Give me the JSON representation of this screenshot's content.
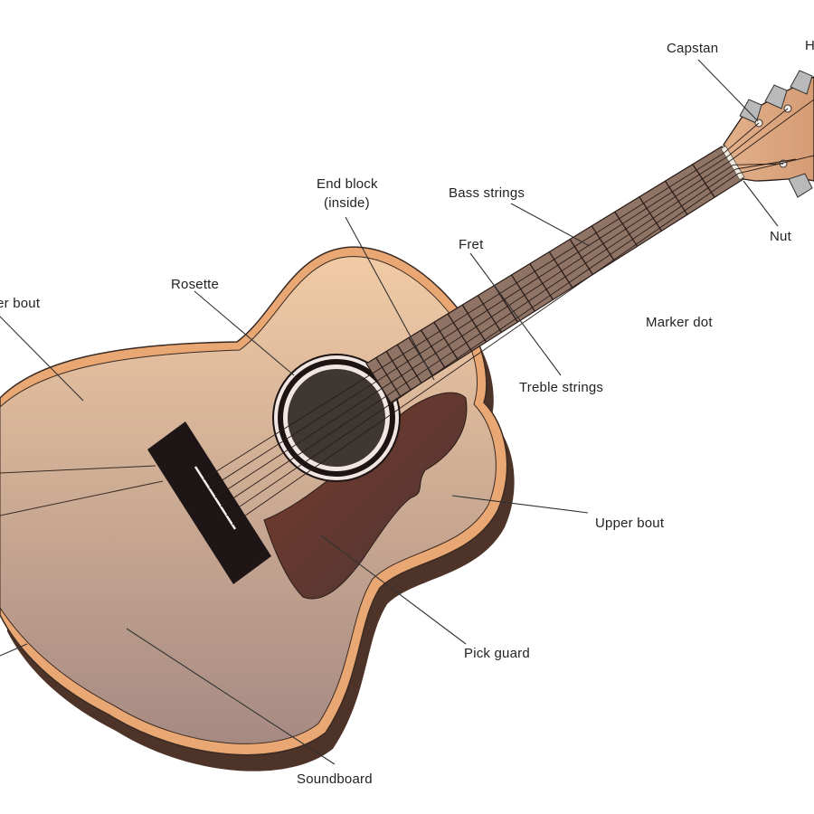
{
  "title": "Acoustic guitar parts",
  "labels": {
    "capstan": "Capstan",
    "head": "Head",
    "end_block_1": "End block",
    "end_block_2": "(inside)",
    "bass_strings": "Bass strings",
    "fret": "Fret",
    "nut": "Nut",
    "rosette": "Rosette",
    "lower_bout": "Lower bout",
    "marker_dot": "Marker dot",
    "treble_strings": "Treble strings",
    "upper_bout": "Upper bout",
    "pick_guard": "Pick guard",
    "soundboard": "Soundboard"
  },
  "colors": {
    "body_top": "#e8c3a0",
    "body_bottom": "#a98a80",
    "side": "#5a3c30",
    "binding": "#e9a773",
    "fretboard": "#8f7466",
    "bridge": "#1e1616",
    "pickguard": "#5b3a34"
  }
}
